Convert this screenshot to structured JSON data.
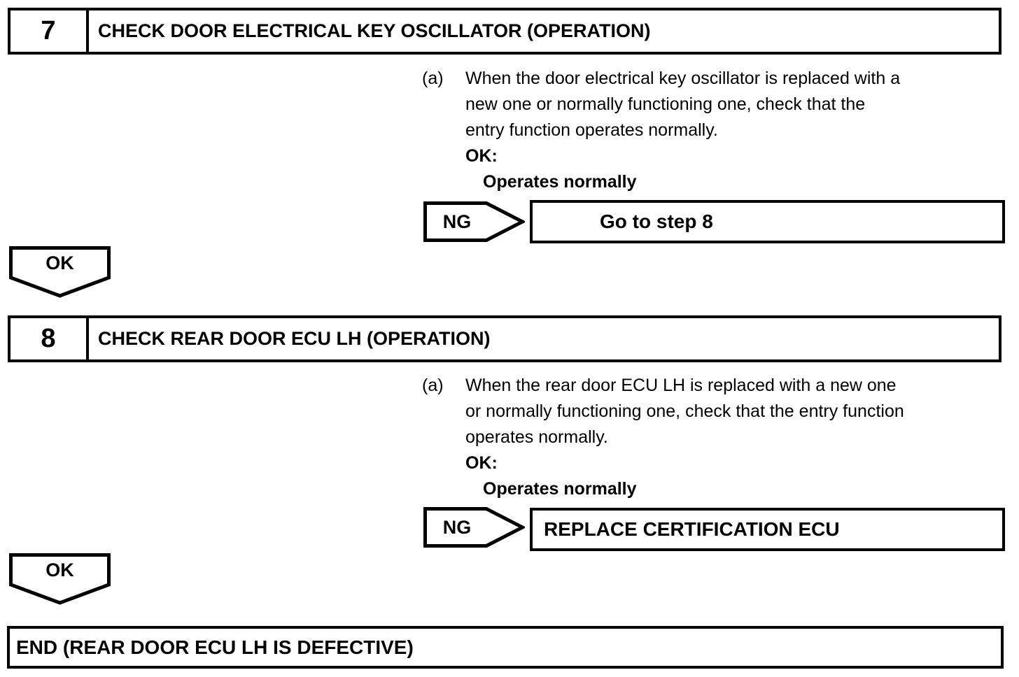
{
  "page": {
    "background_color": "#ffffff",
    "line_color": "#000000"
  },
  "steps": [
    {
      "number": "7",
      "title": "CHECK DOOR ELECTRICAL KEY OSCILLATOR (OPERATION)",
      "item_marker": "(a)",
      "body_lines": [
        "When the door electrical key oscillator is replaced with a",
        "new one or normally functioning one, check that the",
        "entry function operates normally."
      ],
      "ok_spec_label": "OK:",
      "ok_spec_value": "Operates normally",
      "ng_label": "NG",
      "ng_result": "Go to step 8",
      "ok_label": "OK"
    },
    {
      "number": "8",
      "title": "CHECK REAR DOOR ECU LH (OPERATION)",
      "item_marker": "(a)",
      "body_lines": [
        "When the rear door ECU LH is replaced with a new one",
        "or normally functioning one, check that the entry function",
        "operates normally."
      ],
      "ok_spec_label": "OK:",
      "ok_spec_value": "Operates normally",
      "ng_label": "NG",
      "ng_result": "REPLACE CERTIFICATION ECU",
      "ok_label": "OK"
    }
  ],
  "end_box": {
    "label": "END (REAR DOOR ECU LH IS DEFECTIVE)"
  }
}
